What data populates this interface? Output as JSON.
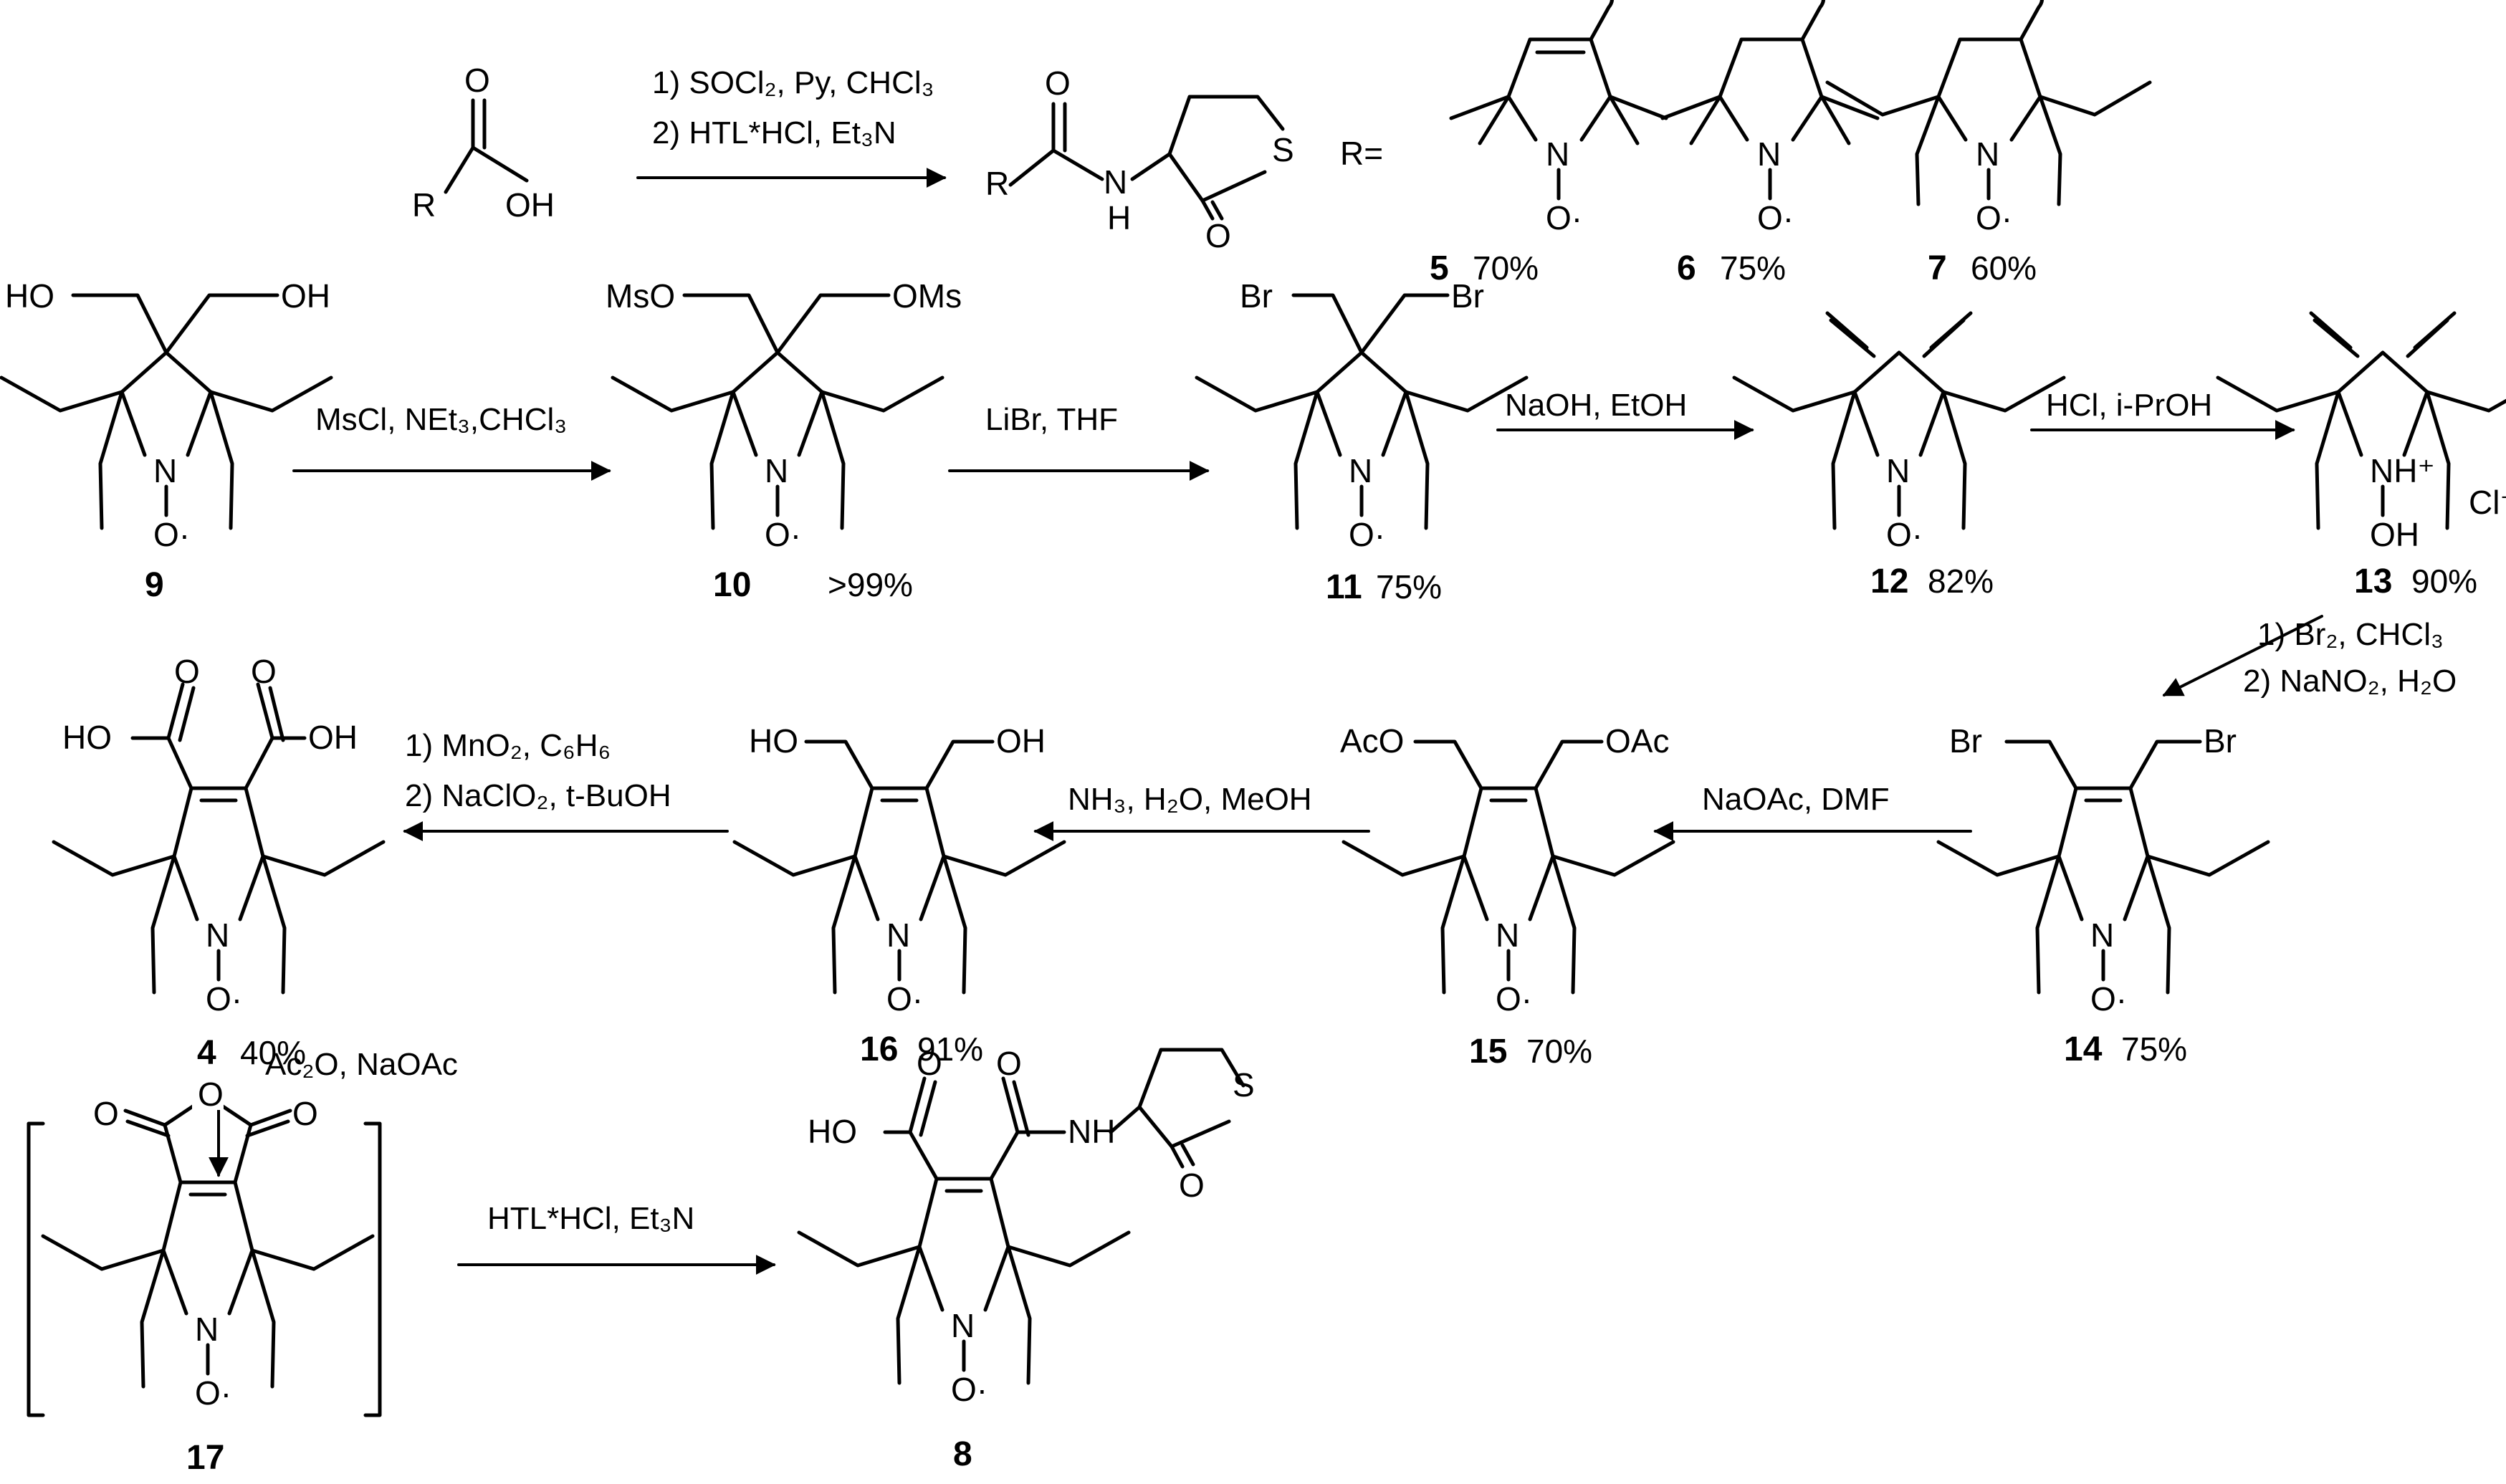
{
  "conditions": {
    "c1a": "1) SOCl₂, Py, CHCl₃",
    "c1b": "2) HTL*HCl, Et₃N",
    "c2": "MsCl, NEt₃,CHCl₃",
    "c3": "LiBr, THF",
    "c4": "NaOH, EtOH",
    "c5": "HCl, i-PrOH",
    "c6a": "1) Br₂, CHCl₃",
    "c6b": "2) NaNO₂, H₂O",
    "c7": "NaOAc, DMF",
    "c8": "NH₃, H₂O, MeOH",
    "c9a": "1) MnO₂, C₆H₆",
    "c9b": "2) NaClO₂, t-BuOH",
    "c10": "Ac₂O, NaOAc",
    "c11": "HTL*HCl, Et₃N"
  },
  "r_prefix": "R=",
  "compounds": [
    {
      "id": "5",
      "yield": "70%"
    },
    {
      "id": "6",
      "yield": "75%"
    },
    {
      "id": "7",
      "yield": "60%"
    },
    {
      "id": "9",
      "yield": ""
    },
    {
      "id": "10",
      "yield": ">99%"
    },
    {
      "id": "11",
      "yield": "75%"
    },
    {
      "id": "12",
      "yield": "82%"
    },
    {
      "id": "13",
      "yield": "90%"
    },
    {
      "id": "14",
      "yield": "75%"
    },
    {
      "id": "15",
      "yield": "70%"
    },
    {
      "id": "16",
      "yield": "91%"
    },
    {
      "id": "4",
      "yield": "40%"
    },
    {
      "id": "17",
      "yield": ""
    },
    {
      "id": "8",
      "yield": ""
    }
  ],
  "atoms": {
    "R": "R",
    "OH": "OH",
    "HO": "HO",
    "O": "O",
    "N": "N",
    "H": "H",
    "S": "S",
    "Ndot": "N",
    "Odot": "O·",
    "MsO": "MsO",
    "OMs": "OMs",
    "Br": "Br",
    "NH": "NH",
    "NHplus": "NH⁺",
    "Cl": "Cl⁻",
    "AcO": "AcO",
    "OAc": "OAc"
  }
}
